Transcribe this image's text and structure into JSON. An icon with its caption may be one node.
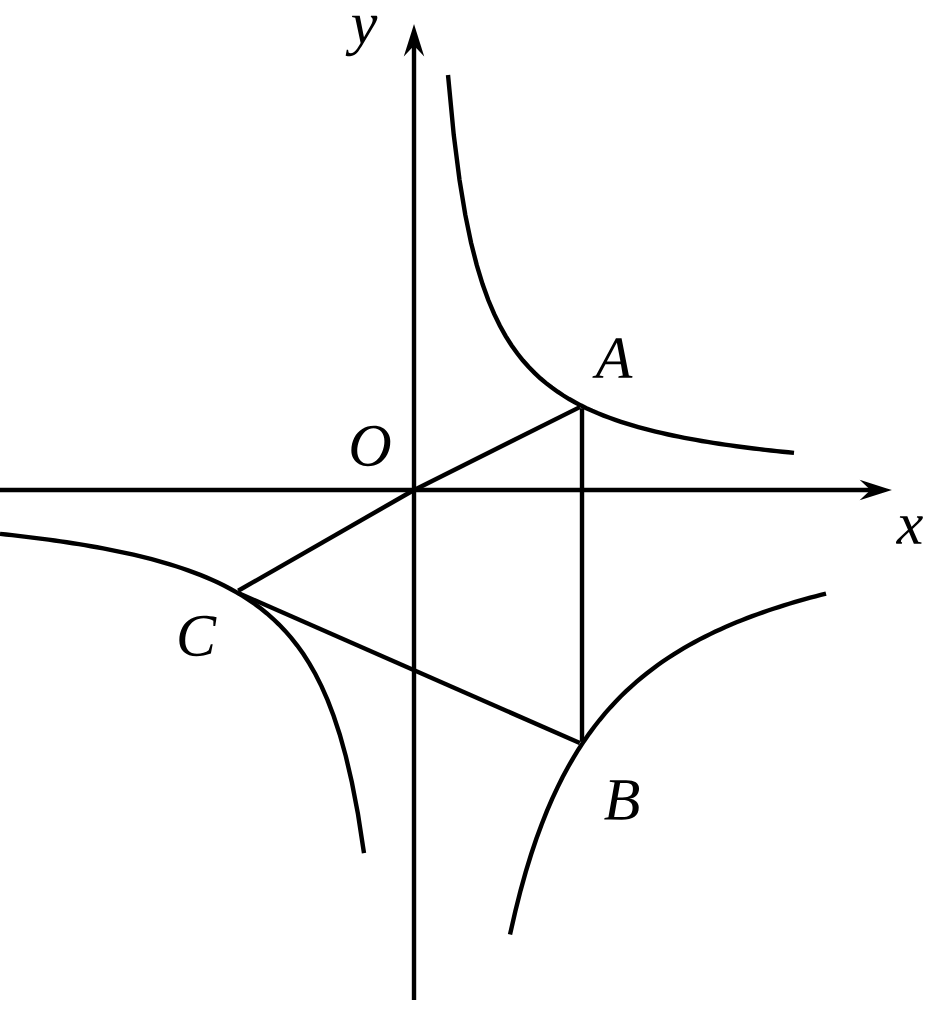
{
  "diagram": {
    "nodes": [
      {
        "text": [
          "O"
        ]
      },
      {
        "text": [
          "A"
        ]
      },
      {
        "text": [
          "B"
        ]
      },
      {
        "text": [
          "C"
        ]
      }
    ],
    "edges": [
      {
        "from": 0,
        "to": 1,
        "arrow": "none"
      },
      {
        "from": 1,
        "to": 2,
        "arrow": "none"
      },
      {
        "from": 2,
        "to": 3,
        "arrow": "none"
      },
      {
        "from": 3,
        "to": 0,
        "arrow": "none"
      }
    ],
    "labels": [
      "y",
      "x"
    ]
  }
}
